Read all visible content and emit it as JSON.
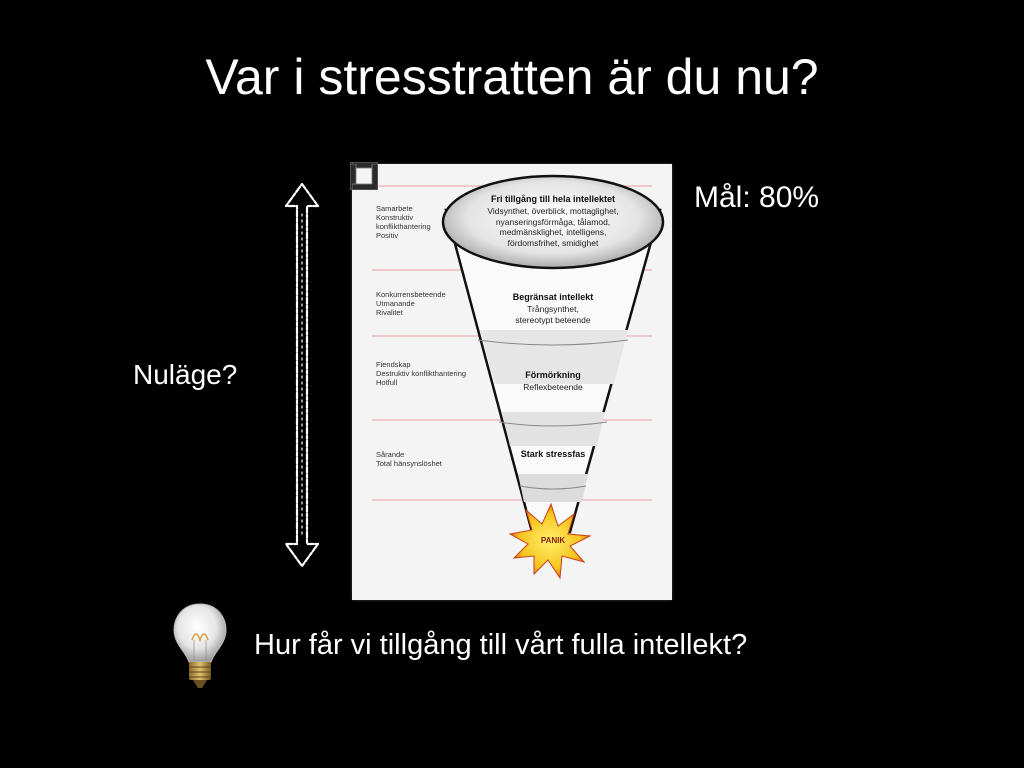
{
  "slide": {
    "title": "Var i stresstratten är du nu?",
    "goal_label": "Mål: 80%",
    "current_label": "Nuläge?",
    "question": "Hur får vi tillgång till vårt fulla intellekt?"
  },
  "funnel": {
    "side_notes": [
      [
        "Samarbete",
        "Konstruktiv",
        "konflikthantering",
        "Positiv"
      ],
      [
        "Konkurrensbeteende",
        "Utmanande",
        "Rivalitet"
      ],
      [
        "Fiendskap",
        "Destruktiv konflikthantering",
        "Hotfull"
      ],
      [
        "Sårande",
        "Total hänsynslöshet"
      ]
    ],
    "levels": [
      {
        "title": "Fri tillgång till hela intellektet",
        "lines": [
          "Vidsynthet, överblick, mottaglighet,",
          "nyanseringsförmåga, tålamod,",
          "medmänsklighet, intelligens,",
          "fördomsfrihet, smidighet"
        ]
      },
      {
        "title": "Begränsat intellekt",
        "lines": [
          "Trångsynthet,",
          "stereotypt beteende"
        ]
      },
      {
        "title": "Förmörkning",
        "lines": [
          "Reflexbeteende"
        ]
      },
      {
        "title": "Stark stressfas",
        "lines": []
      }
    ],
    "bottom_label": "PANIK",
    "colors": {
      "guide_lines": "#e8a0a8",
      "burst": "#f5c31c",
      "burst_center": "#fff06a"
    }
  }
}
